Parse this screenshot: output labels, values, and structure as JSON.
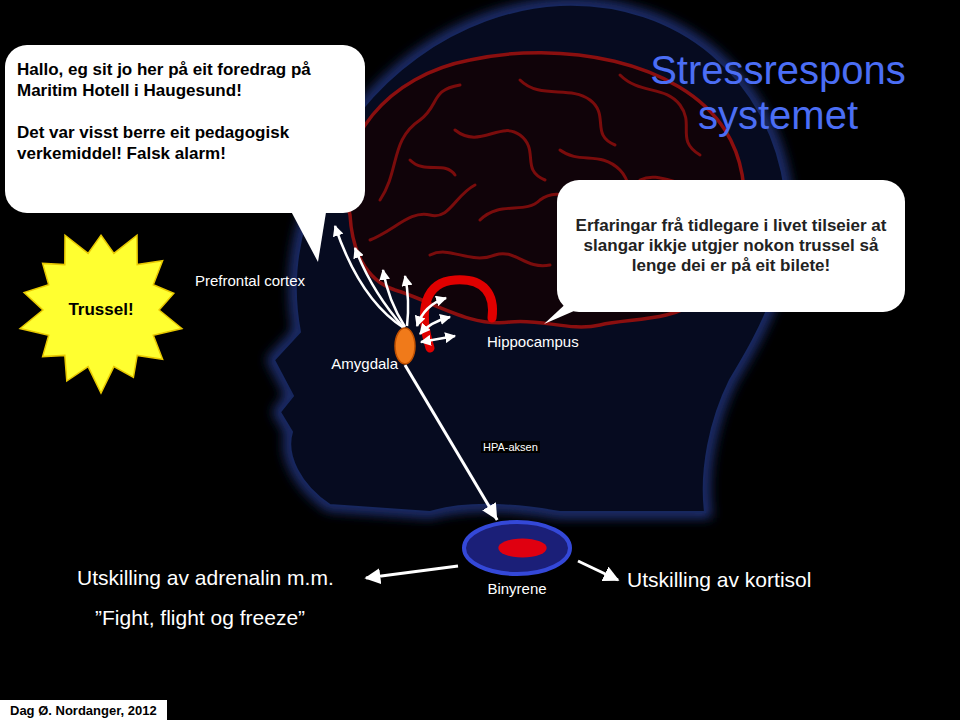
{
  "diagram": {
    "title": "Stressrespons systemet",
    "nodes": [
      {
        "text": [
          "Hallo, eg sit jo her på eit foredrag på Maritim Hotell i Haugesund!",
          "Det var visst berre eit pedagogisk verkemiddel! Falsk alarm!"
        ]
      },
      {
        "text": [
          "Erfaringar frå tidlegare i livet tilseier at slangar ikkje utgjer nokon trussel så lenge dei er på eit bilete!"
        ]
      },
      {
        "text": [
          "Trussel!"
        ]
      },
      {
        "text": [
          "Amygdala"
        ]
      },
      {
        "text": [
          "Binyrene"
        ]
      },
      {
        "text": [
          "Dag Ø. Nordanger, 2012"
        ]
      }
    ],
    "edges": [
      {
        "from": 3,
        "to": 4,
        "arrow": "to",
        "label": "HPA-aksen"
      }
    ],
    "labels": [
      "Prefrontal cortex",
      "Hippocampus",
      "Utskilling av adrenalin m.m.",
      "”Fight, flight og freeze”",
      "Utskilling av kortisol"
    ]
  }
}
